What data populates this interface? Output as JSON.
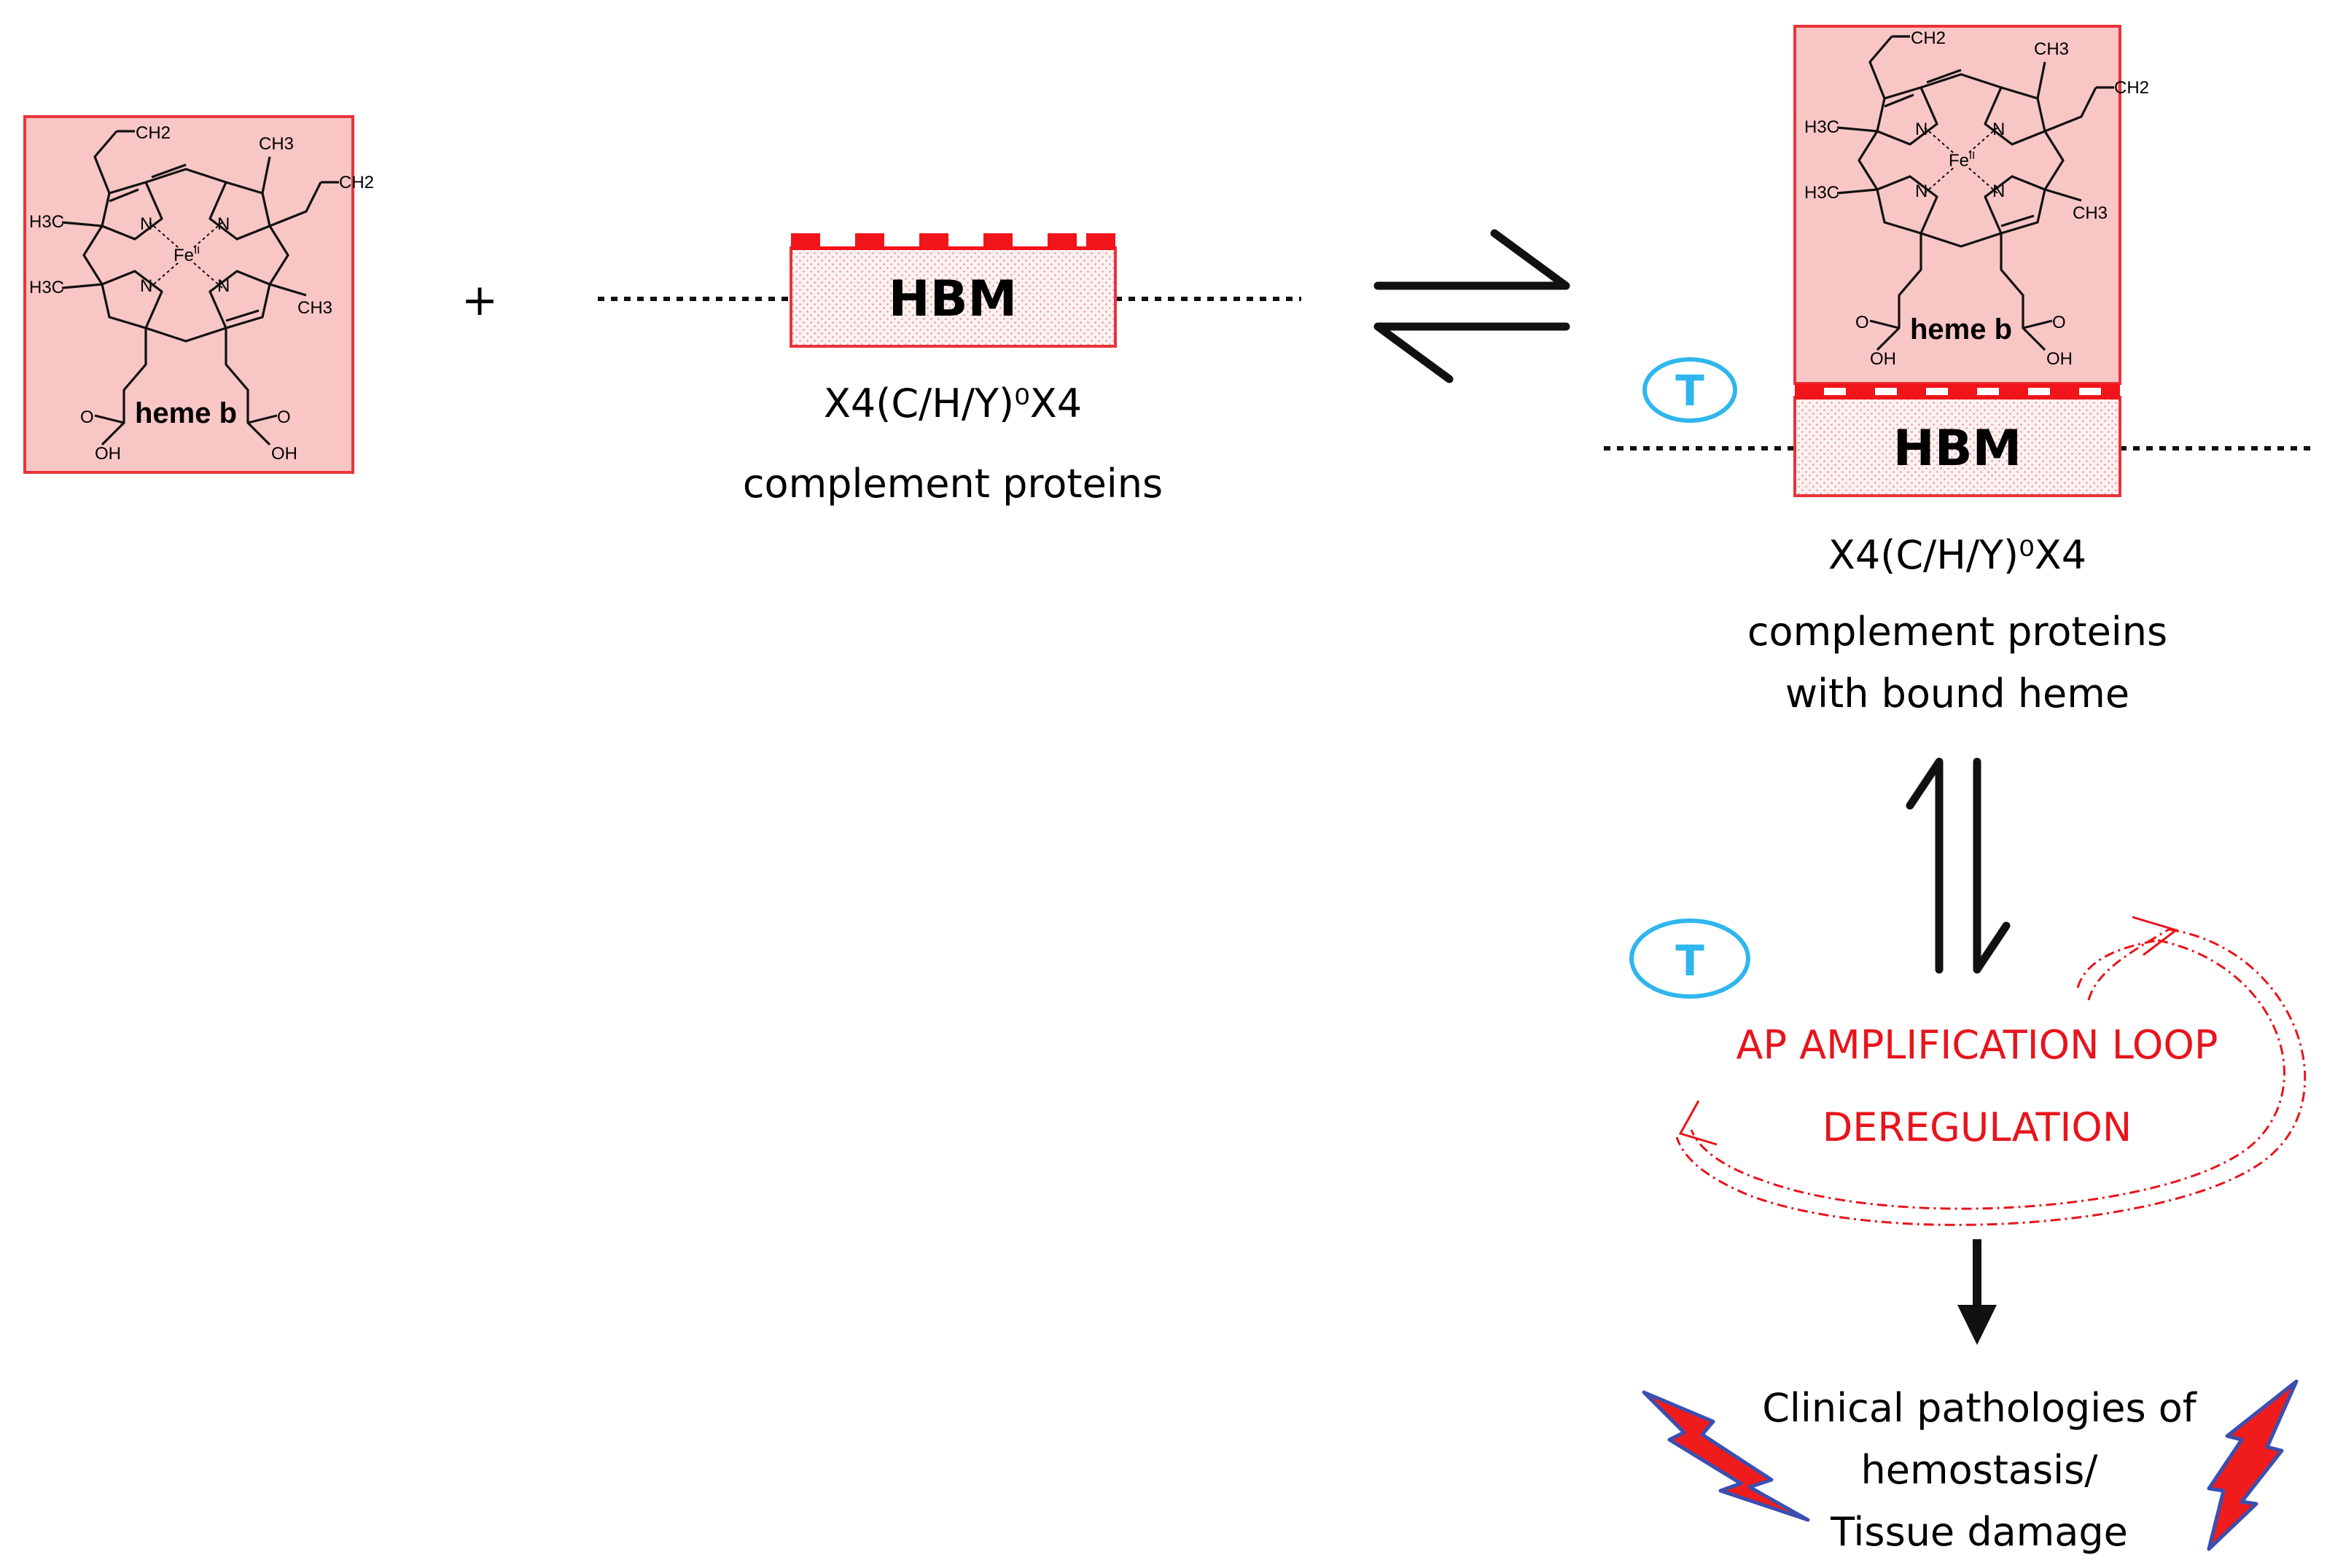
{
  "heme": {
    "name": "heme b",
    "atoms": {
      "vinyl": "CH2",
      "methyl_left": "H3C",
      "methyl_right": "CH3",
      "nitrogen": "N",
      "iron": "Fe",
      "iron_ox": "II",
      "carbonyl": "O",
      "hydroxyl": "OH"
    }
  },
  "plus": "+",
  "free_protein": {
    "motif": "HBM",
    "motif_seq": "X4(C/H/Y)⁰X4",
    "label": "complement proteins"
  },
  "bound_complex": {
    "motif": "HBM",
    "motif_seq": "X4(C/H/Y)⁰X4",
    "label_line1": "complement proteins",
    "label_line2": "with bound heme"
  },
  "badges": {
    "t_top": "T",
    "t_bottom": "T"
  },
  "loop": {
    "line1": "AP AMPLIFICATION LOOP",
    "line2": "DEREGULATION"
  },
  "outcome": {
    "line1": "Clinical pathologies of",
    "line2": "hemostasis/",
    "line3": "Tissue damage"
  },
  "colors": {
    "heme_fill": "#f9c6c6",
    "heme_border": "#e8343a",
    "motif_red": "#f2141b",
    "loop_red": "#e8141c",
    "badge_blue": "#2fb6ee",
    "bolt_red": "#f01c1c",
    "bolt_edge": "#3a4fb0"
  }
}
